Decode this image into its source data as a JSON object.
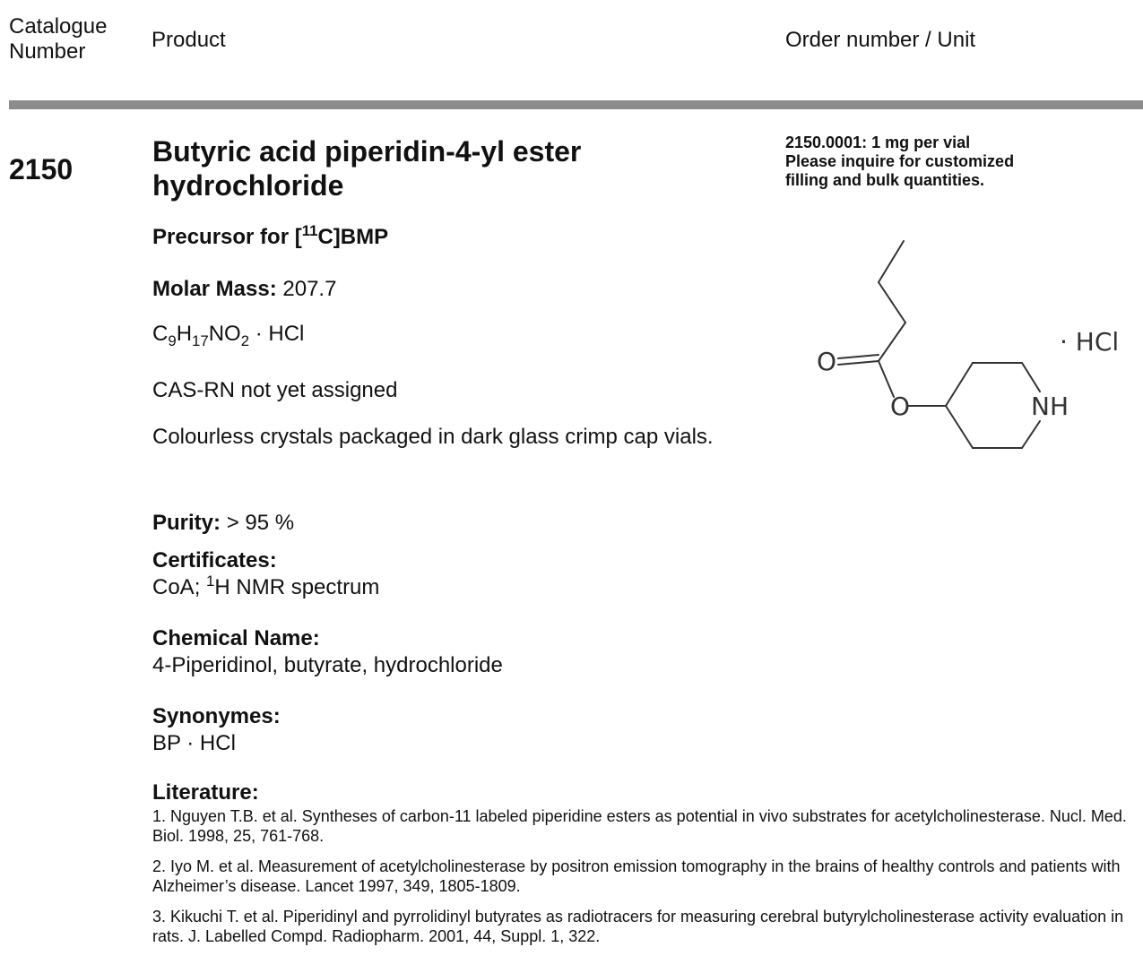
{
  "header": {
    "catalogue_line1": "Catalogue",
    "catalogue_line2": "Number",
    "product": "Product",
    "order_unit": "Order number / Unit"
  },
  "product": {
    "catalogue_number": "2150",
    "title_line1": "Butyric acid piperidin-4-yl ester",
    "title_line2": "hydrochloride",
    "precursor_prefix": "Precursor for [",
    "precursor_sup": "11",
    "precursor_suffix": "C]BMP",
    "molar_mass_label": "Molar Mass:",
    "molar_mass_value": "207.7",
    "formula": {
      "c": "C",
      "c_sub": "9",
      "h": "H",
      "h_sub": "17",
      "no": "NO",
      "no_sub": "2",
      "salt": " · HCl"
    },
    "cas": "CAS-RN not yet assigned",
    "description": "Colourless crystals packaged in dark glass crimp cap vials.",
    "purity_label": "Purity:",
    "purity_value": "> 95 %",
    "certificates_label": "Certificates:",
    "certificates_prefix": "CoA; ",
    "certificates_sup": "1",
    "certificates_suffix": "H NMR spectrum",
    "chemical_name_label": "Chemical Name:",
    "chemical_name_value": "4-Piperidinol, butyrate, hydrochloride",
    "synonyms_label": "Synonymes:",
    "synonyms_value": "BP · HCl",
    "literature_label": "Literature:",
    "literature": [
      "1. Nguyen T.B. et al. Syntheses of carbon-11 labeled piperidine esters as potential in vivo substrates for acetylcholinesterase. Nucl. Med. Biol. 1998, 25, 761-768.",
      "2. Iyo M. et al. Measurement of acetylcholinesterase by positron emission tomography in the brains of healthy controls and patients with Alzheimer’s disease. Lancet 1997, 349, 1805-1809.",
      "3. Kikuchi T. et al. Piperidinyl and pyrrolidinyl butyrates as radiotracers for measuring cerebral butyrylcholinesterase activity evaluation in rats. J. Labelled Compd. Radiopharm. 2001, 44, Suppl. 1, 322."
    ]
  },
  "order": {
    "line1": "2150.0001: 1 mg per vial",
    "line2": "Please inquire for customized",
    "line3": "filling and bulk quantities."
  },
  "structure": {
    "o_carbonyl": "O",
    "o_ester": "O",
    "nh": "NH",
    "salt": "· HCl"
  }
}
